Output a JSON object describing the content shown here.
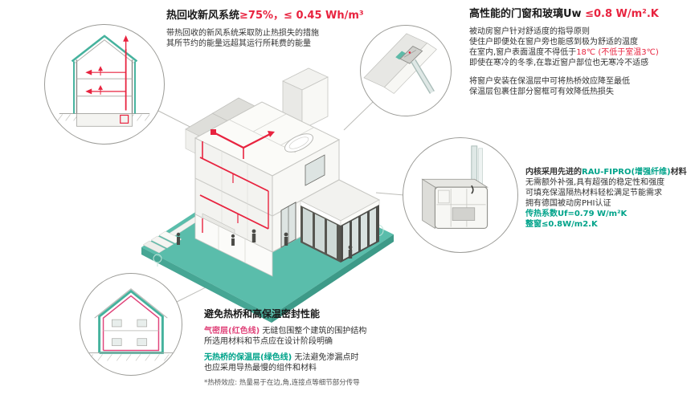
{
  "colors": {
    "accent_red": "#e8233f",
    "accent_magenta": "#e0457b",
    "accent_teal": "#45b29d",
    "teal_text": "#00a38a",
    "ground_teal": "#5abdab"
  },
  "callout_ventilation": {
    "title_black": "热回收新风系统",
    "title_red": "≥75%，≤ 0.45 Wh/m³",
    "line1": "带热回收的新风系统采取防止热损失的措施",
    "line2": "其所节约的能量远超其运行所耗费的能量"
  },
  "callout_windows": {
    "title_black": "高性能的门窗和玻璃Uw ",
    "title_red": "≤0.8 W/m².K",
    "p1_line1": "被动房窗户针对舒适度的指导原则",
    "p1_line2": "使住户即便处在窗户旁也能感到极为舒适的温度",
    "p1_line3_black": "在室内,窗户表面温度不得低于",
    "p1_line3_red": "18℃ (不低于室温3℃)",
    "p1_line4": "即使在寒冷的冬季,在靠近窗户部位也无寒冷不适感",
    "p2_line1": "将窗户安装在保温层中可将热桥效应降至最低",
    "p2_line2": "保温层包裹住部分窗框可有效降低热损失"
  },
  "callout_profile": {
    "line1_black_a": "内核采用先进的",
    "line1_teal": "RAU-FIPRO(增强纤维)",
    "line1_black_b": "材料",
    "line2": "无需额外补强,具有超强的稳定性和强度",
    "line3": "可填充保温隔热材料轻松满足节能需求",
    "line4": "拥有德国被动房PHI认证",
    "line5_teal": "传热系数Uf=0.79 W/m²K",
    "line6_teal": "整窗≤0.8W/m2.K"
  },
  "callout_envelope": {
    "title": "避免热桥和高保温密封性能",
    "line1_magenta": "气密层(红色线)",
    "line1_black": " 无缝包围整个建筑的围护结构",
    "line2": "所选用材料和节点应在设计阶段明确",
    "line3_teal": "无热桥的保温层(绿色线)",
    "line3_black": " 无法避免渗漏点时",
    "line4": "也应采用导热最慢的组件和材料",
    "footnote": "*热桥效应: 热量易于在边,角,连接点等细节部分传导"
  }
}
